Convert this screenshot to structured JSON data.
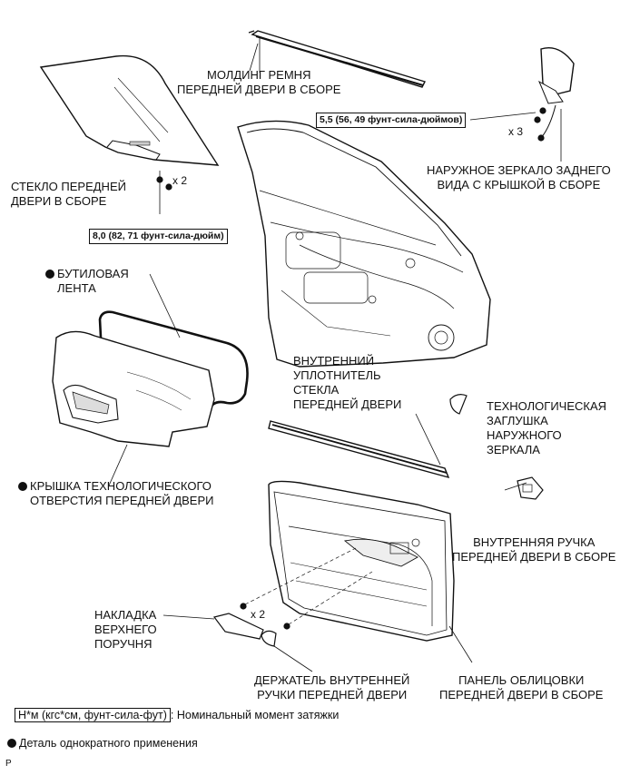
{
  "labels": {
    "belt_molding": [
      "МОЛДИНГ РЕМНЯ",
      "ПЕРЕДНЕЙ ДВЕРИ В СБОРЕ"
    ],
    "glass": [
      "СТЕКЛО ПЕРЕДНЕЙ",
      "ДВЕРИ В СБОРЕ"
    ],
    "mirror": [
      "НАРУЖНОЕ ЗЕРКАЛО ЗАДНЕГО",
      "ВИДА С КРЫШКОЙ В СБОРЕ"
    ],
    "butyl_tape": [
      "БУТИЛОВАЯ",
      "ЛЕНТА"
    ],
    "inner_weatherstrip": [
      "ВНУТРЕННИЙ",
      "УПЛОТНИТЕЛЬ",
      "СТЕКЛА",
      "ПЕРЕДНЕЙ ДВЕРИ"
    ],
    "mirror_hole_cover": [
      "ТЕХНОЛОГИЧЕСКАЯ",
      "ЗАГЛУШКА",
      "НАРУЖНОГО",
      "ЗЕРКАЛА"
    ],
    "service_hole_cover": [
      "КРЫШКА ТЕХНОЛОГИЧЕСКОГО",
      "ОТВЕРСТИЯ ПЕРЕДНЕЙ ДВЕРИ"
    ],
    "inside_handle": [
      "ВНУТРЕННЯЯ РУЧКА",
      "ПЕРЕДНЕЙ ДВЕРИ В СБОРЕ"
    ],
    "armrest_cover": [
      "НАКЛАДКА",
      "ВЕРХНЕГО",
      "ПОРУЧНЯ"
    ],
    "handle_bezel": [
      "ДЕРЖАТЕЛЬ ВНУТРЕННЕЙ",
      "РУЧКИ ПЕРЕДНЕЙ ДВЕРИ"
    ],
    "trim_board": [
      "ПАНЕЛЬ ОБЛИЦОВКИ",
      "ПЕРЕДНЕЙ ДВЕРИ В СБОРЕ"
    ]
  },
  "torque": {
    "mirror": "5,5 (56, 49 фунт-сила-дюймов)",
    "glass": "8,0 (82, 71 фунт-сила-дюйм)"
  },
  "quantities": {
    "mirror_bolts": "x 3",
    "glass_bolts": "x 2",
    "trim_screws": "x 2"
  },
  "legend": {
    "torque_unit": "Н*м (кгс*см, фунт-сила-фут)",
    "torque_desc": ": Номинальный момент затяжки",
    "nonreusable_desc": "Деталь однократного применения"
  },
  "corner_mark": "P"
}
